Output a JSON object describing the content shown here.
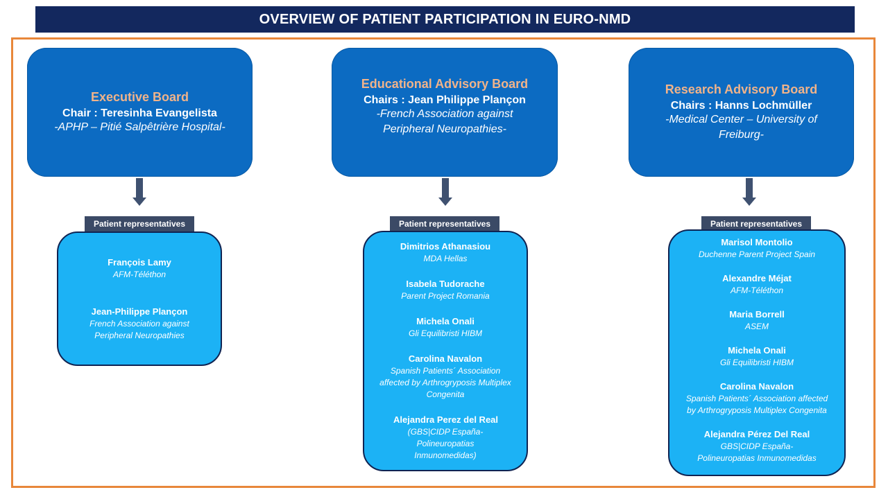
{
  "title": "OVERVIEW OF PATIENT PARTICIPATION IN EURO-NMD",
  "rep_label": "Patient representatives",
  "boards": [
    {
      "title": "Executive Board",
      "chair": "Chair : Teresinha Evangelista",
      "institution": "-APHP – Pitié Salpêtrière Hospital-",
      "reps": [
        {
          "name": "François Lamy",
          "org": "AFM-Téléthon"
        },
        {
          "name": "Jean-Philippe Plançon",
          "org": "French Association against Peripheral Neuropathies"
        }
      ]
    },
    {
      "title": "Educational Advisory Board",
      "chair": "Chairs : Jean Philippe Plançon",
      "institution": "-French Association against Peripheral Neuropathies-",
      "reps": [
        {
          "name": "Dimitrios Athanasiou",
          "org": "MDA Hellas"
        },
        {
          "name": "Isabela Tudorache",
          "org": "Parent Project Romania"
        },
        {
          "name": "Michela Onali",
          "org": "Gli Equilibristi HIBM"
        },
        {
          "name": "Carolina Navalon",
          "org": "Spanish Patients´ Association affected by Arthrogryposis Multiplex Congenita"
        },
        {
          "name": "Alejandra Perez del Real",
          "org": "(GBS|CIDP España- Polineuropatias Inmunomedidas)"
        }
      ]
    },
    {
      "title": "Research Advisory Board",
      "chair": "Chairs : Hanns Lochmüller",
      "institution": "-Medical Center – University of Freiburg-",
      "reps": [
        {
          "name": "Marisol Montolio",
          "org": "Duchenne Parent Project Spain"
        },
        {
          "name": "Alexandre Méjat",
          "org": "AFM-Téléthon"
        },
        {
          "name": "Maria Borrell",
          "org": "ASEM"
        },
        {
          "name": "Michela Onali",
          "org": "Gli Equilibristi  HIBM"
        },
        {
          "name": "Carolina Navalon",
          "org": "Spanish  Patients´ Association affected by Arthrogryposis Multiplex Congenita"
        },
        {
          "name": "Alejandra Pérez Del Real",
          "org": "GBS|CIDP España- Polineuropatias Inmunomedidas"
        }
      ]
    }
  ]
}
